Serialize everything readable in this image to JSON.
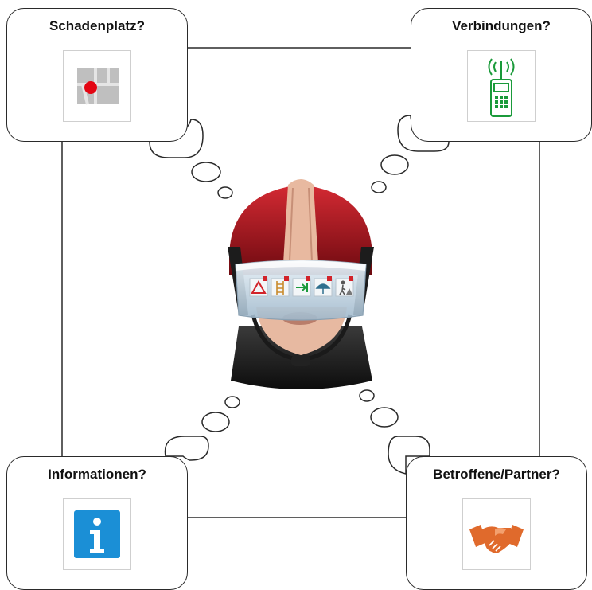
{
  "questions": {
    "top_left": {
      "label": "Schadenplatz?",
      "icon": "map-location-icon",
      "accent": "#e30613"
    },
    "top_right": {
      "label": "Verbindungen?",
      "icon": "mobile-phone-signal-icon",
      "accent": "#1a9a3a"
    },
    "bottom_left": {
      "label": "Informationen?",
      "icon": "information-icon",
      "accent": "#1b8fd6"
    },
    "bottom_right": {
      "label": "Betroffene/Partner?",
      "icon": "handshake-icon",
      "accent": "#e06a2c"
    }
  },
  "center": {
    "figure": "firefighter-helmet-with-visor-display",
    "helmet_color": "#b5121b"
  }
}
